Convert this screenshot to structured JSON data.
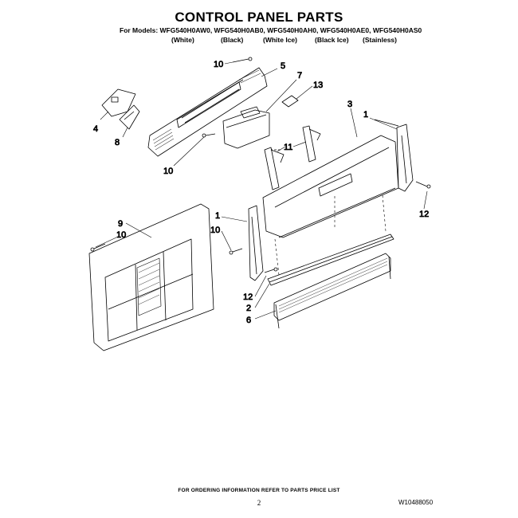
{
  "title": "CONTROL PANEL PARTS",
  "models_line": "For Models: WFG540H0AW0, WFG540H0AB0, WFG540H0AH0, WFG540H0AE0, WFG540H0AS0",
  "colors": [
    "(White)",
    "(Black)",
    "(White Ice)",
    "(Black Ice)",
    "(Stainless)"
  ],
  "callouts": [
    "10",
    "5",
    "7",
    "13",
    "4",
    "8",
    "10",
    "11",
    "3",
    "1",
    "12",
    "9",
    "10",
    "1",
    "10",
    "12",
    "2",
    "6"
  ],
  "footer_note": "FOR ORDERING INFORMATION REFER TO PARTS PRICE LIST",
  "page_number": "2",
  "doc_code": "W10488050"
}
